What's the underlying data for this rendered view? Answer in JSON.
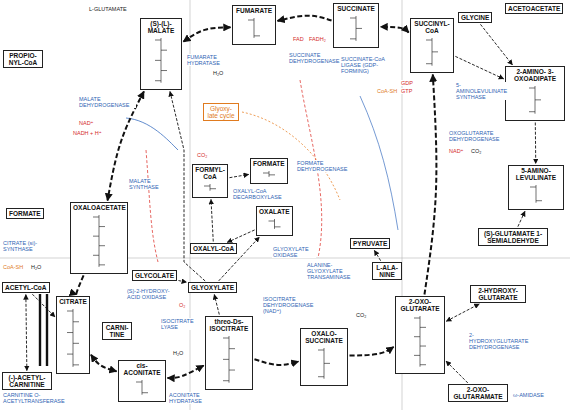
{
  "diagram": {
    "nodes": [
      {
        "text": [
          "PROPIO- NYL-CoA"
        ]
      },
      {
        "text": [
          "(S)-(L)- MALATE"
        ]
      },
      {
        "text": [
          "FUMARATE"
        ]
      },
      {
        "text": [
          "SUCCINATE"
        ]
      },
      {
        "text": [
          "SUCCINYL- CoA"
        ]
      },
      {
        "text": [
          "GLYCINE"
        ]
      },
      {
        "text": [
          "ACETOACETATE"
        ]
      },
      {
        "text": [
          "2-AMINO- 3-OXOADIPATE"
        ]
      },
      {
        "text": [
          "5-AMINO- LEVULINATE"
        ]
      },
      {
        "text": [
          "(S)-GLUTAMATE 1-SEMIALDEHYDE"
        ]
      },
      {
        "text": [
          "2-HYDROXY- GLUTARATE"
        ]
      },
      {
        "text": [
          "OXALOACETATE"
        ]
      },
      {
        "text": [
          "FORMATE"
        ]
      },
      {
        "text": [
          "ACETYL-CoA"
        ]
      },
      {
        "text": [
          "CITRATE"
        ]
      },
      {
        "text": [
          "CARNI- TINE"
        ]
      },
      {
        "text": [
          "(-)-ACETYL- CARNITINE"
        ]
      },
      {
        "text": [
          "cis- ACONITATE"
        ]
      },
      {
        "text": [
          "threo-Ds- ISOCITRATE"
        ]
      },
      {
        "text": [
          "OXALO- SUCCINATE"
        ]
      },
      {
        "text": [
          "2-OXO- GLUTARATE"
        ]
      },
      {
        "text": [
          "2-OXO- GLUTARAMATE"
        ]
      },
      {
        "text": [
          "GLYCOLATE"
        ]
      },
      {
        "text": [
          "GLYOXYLATE"
        ]
      },
      {
        "text": [
          "OXALATE"
        ]
      },
      {
        "text": [
          "FORMATE"
        ]
      },
      {
        "text": [
          "FORMYL- CoA"
        ]
      },
      {
        "text": [
          "OXALYL-CoA"
        ]
      },
      {
        "text": [
          "Glyoxy- late cycle"
        ]
      },
      {
        "text": [
          "PYRUVATE"
        ]
      },
      {
        "text": [
          "L-ALA- NINE"
        ]
      }
    ],
    "edges": [
      {
        "from": 11,
        "to": 14,
        "arrow": "to"
      },
      {
        "from": 13,
        "to": 14,
        "arrow": "to"
      },
      {
        "from": 14,
        "to": 17,
        "arrow": "both"
      },
      {
        "from": 17,
        "to": 18,
        "arrow": "both"
      },
      {
        "from": 18,
        "to": 19,
        "arrow": "to"
      },
      {
        "from": 19,
        "to": 20,
        "arrow": "to"
      },
      {
        "from": 20,
        "to": 4,
        "arrow": "to"
      },
      {
        "from": 4,
        "to": 3,
        "arrow": "both"
      },
      {
        "from": 3,
        "to": 2,
        "arrow": "to"
      },
      {
        "from": 2,
        "to": 1,
        "arrow": "both"
      },
      {
        "from": 1,
        "to": 11,
        "arrow": "both"
      },
      {
        "from": 18,
        "to": 23,
        "arrow": "to"
      },
      {
        "from": 23,
        "to": 1,
        "arrow": "to"
      },
      {
        "from": 22,
        "to": 23,
        "arrow": "to"
      },
      {
        "from": 23,
        "to": 24,
        "arrow": "to"
      },
      {
        "from": 24,
        "to": 27,
        "arrow": "to"
      },
      {
        "from": 27,
        "to": 26,
        "arrow": "to"
      },
      {
        "from": 26,
        "to": 25,
        "arrow": "to"
      },
      {
        "from": 13,
        "to": 16,
        "arrow": "both"
      },
      {
        "from": 4,
        "to": 7,
        "arrow": "to"
      },
      {
        "from": 5,
        "to": 7,
        "arrow": "to"
      },
      {
        "from": 7,
        "to": 8,
        "arrow": "to"
      },
      {
        "from": 9,
        "to": 8,
        "arrow": "to"
      },
      {
        "from": 20,
        "to": 10,
        "arrow": "both"
      },
      {
        "from": 21,
        "to": 20,
        "arrow": "to"
      },
      {
        "from": 30,
        "to": 29,
        "arrow": "to"
      }
    ],
    "labels": [
      "L-GLUTAMATE",
      "MALATE DEHYDROGENASE",
      "NAD⁺",
      "NADH + H⁺",
      "FUMARATE HYDRATASE",
      "H₂O",
      "SUCCINATE DEHYDROGENASE",
      "FAD",
      "FADH₂",
      "SUCCINATE-CoA LIGASE (GDP-FORMING)",
      "GDP",
      "GTP",
      "CoA-SH",
      "OXOGLUTARATE DEHYDROGENASE",
      "NAD⁺",
      "CO₂",
      "5-AMINOLEVULINATE SYNTHASE",
      "CITRATE (si)-SYNTHASE",
      "CoA-SH",
      "H₂O",
      "CARNITINE O-ACETYLTRANSFERASE",
      "ACONITATE HYDRATASE",
      "H₂O",
      "ISOCITRATE LYASE",
      "ISOCITRATE DEHYDROGENASE (NAD⁺)",
      "CO₂",
      "MALATE SYNTHASE",
      "OXALYL-CoA DECARBOXYLASE",
      "CO₂",
      "FORMATE DEHYDROGENASE",
      "(S)-2-HYDROXY-ACID OXIDASE",
      "O₂",
      "GLYOXYLATE OXIDASE",
      "ALANINE-GLYOXYLATE TRANSAMINASE",
      "2-HYDROXYGLUTARATE DEHYDROGENASE",
      "ω-AMIDASE"
    ]
  }
}
